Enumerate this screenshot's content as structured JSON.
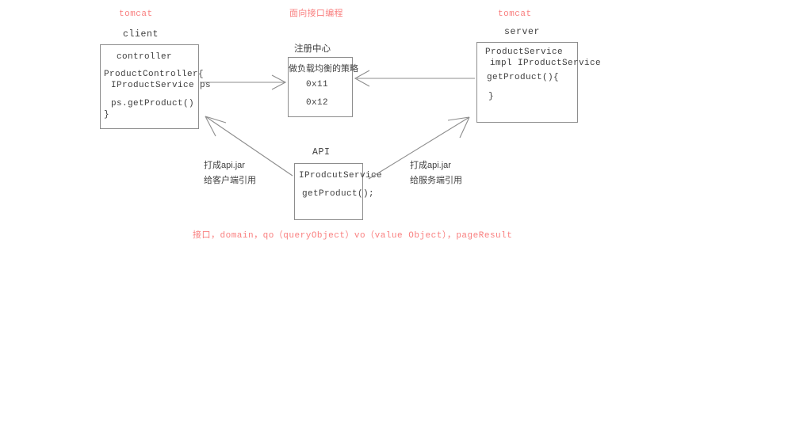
{
  "page": {
    "title": "面向接口编程",
    "title_color": "#f97f7f",
    "footer_note": "接口，domain，qo（queryObject）vo（value Object），pageResult"
  },
  "tomcat_labels": {
    "left": "tomcat",
    "right": "tomcat"
  },
  "captions": {
    "client": "client",
    "server": "server",
    "registry": "注册中心",
    "api": "API"
  },
  "boxes": {
    "client": {
      "lines": [
        "controller",
        "ProductController{",
        "IProductService ps",
        "ps.getProduct()",
        "}"
      ]
    },
    "registry": {
      "strategy": "做负载均衡的策略",
      "entries": [
        "0x11",
        "0x12"
      ]
    },
    "server": {
      "lines": [
        "ProductService",
        "impl IProductService",
        "getProduct(){",
        "}"
      ]
    },
    "api": {
      "lines": [
        "IProdcutService",
        "getProduct();"
      ]
    }
  },
  "notes": {
    "left": {
      "line1": "打成api.jar",
      "line2": "给客户端引用"
    },
    "right": {
      "line1": "打成api.jar",
      "line2": "给服务端引用"
    }
  }
}
